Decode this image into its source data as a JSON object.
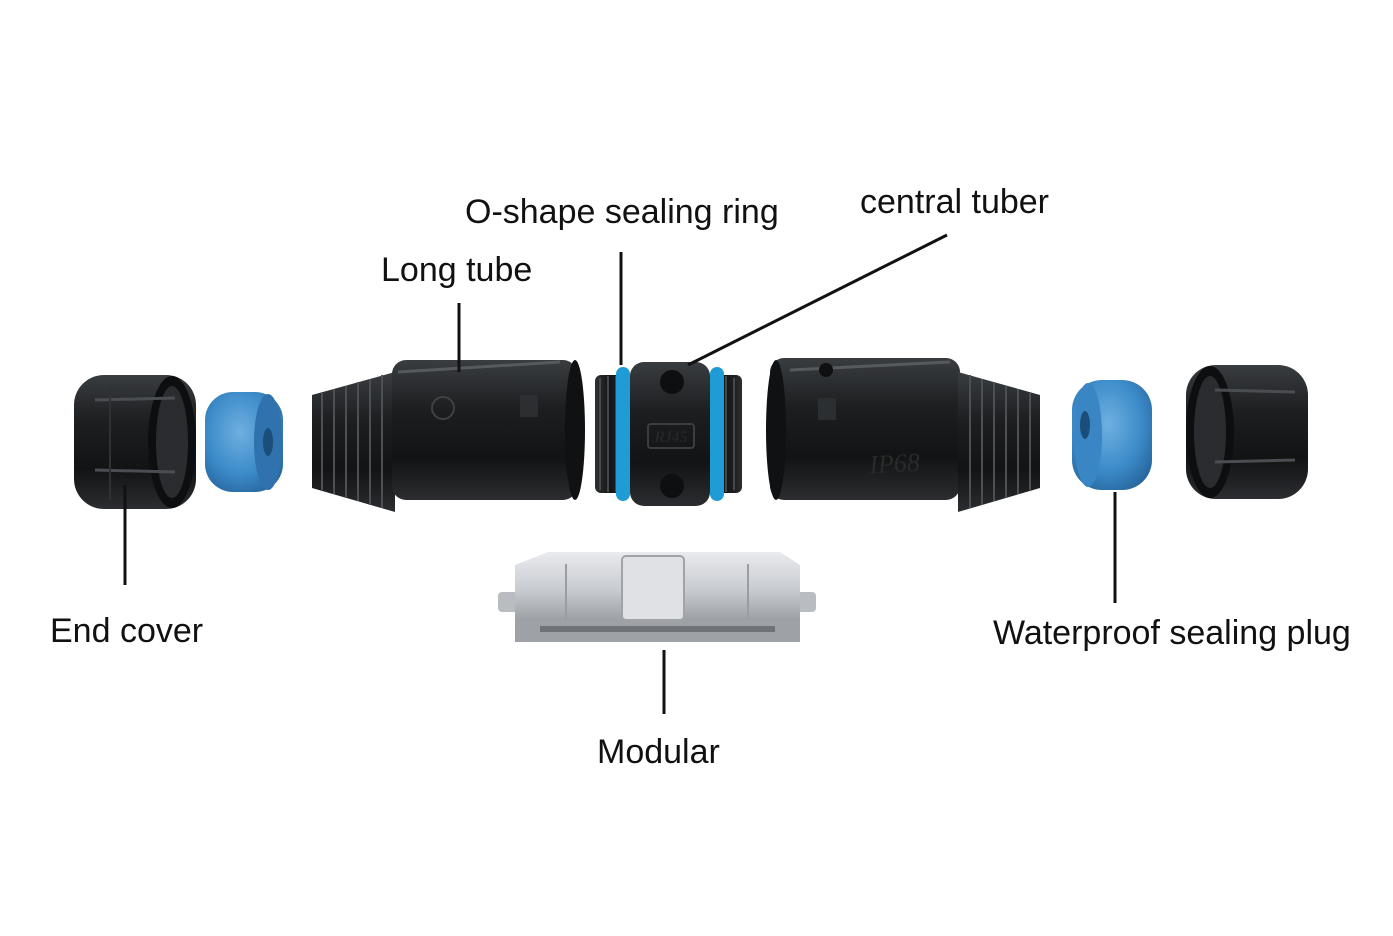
{
  "labels": {
    "o_ring": "O-shape sealing ring",
    "central_tuber": "central tuber",
    "long_tube": "Long tube",
    "end_cover": "End cover",
    "waterproof_plug": "Waterproof sealing plug",
    "modular": "Modular"
  },
  "embossed": {
    "central_mark": "RJ45",
    "right_tube_mark": "IP68"
  },
  "colors": {
    "body_black": "#1b1d1f",
    "seal_blue": "#3c8bc9",
    "oring_blue": "#1f9bd6",
    "metal": "#c9ccd0"
  }
}
